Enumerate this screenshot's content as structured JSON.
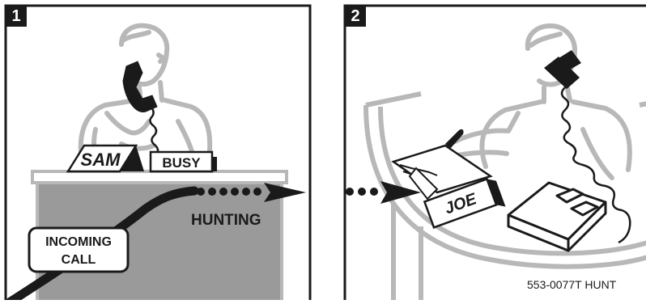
{
  "panels": [
    {
      "number": "1",
      "name_tag": "SAM",
      "busy_sign": "BUSY",
      "incoming_label_line1": "INCOMING",
      "incoming_label_line2": "CALL",
      "hunting_label": "HUNTING"
    },
    {
      "number": "2",
      "name_tag": "JOE",
      "reference": "553-0077T HUNT"
    }
  ],
  "colors": {
    "line": "#1a1a1a",
    "desk_front": "#9a9a9a",
    "figure": "#b8b8b8",
    "background": "#ffffff"
  }
}
